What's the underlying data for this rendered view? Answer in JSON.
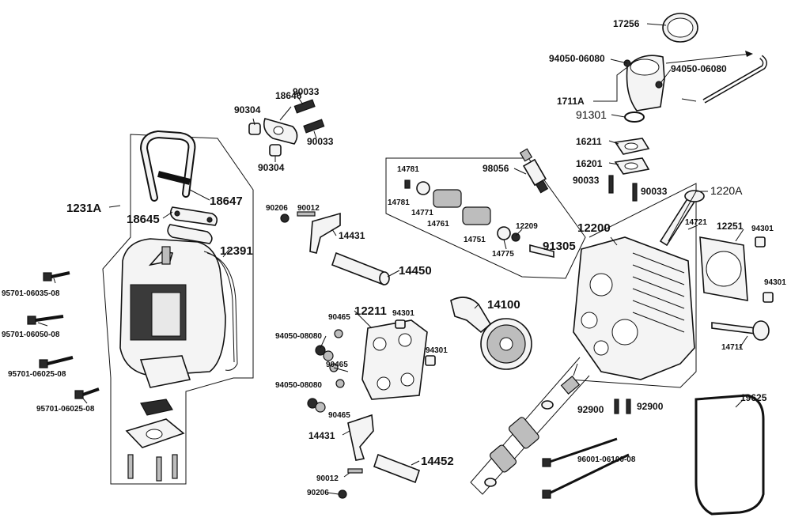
{
  "labels": {
    "p17256": "17256",
    "p94050_06080_a": "94050-06080",
    "p94050_06080_b": "94050-06080",
    "p1711A": "1711A",
    "p91301": "91301",
    "p16211": "16211",
    "p16201": "16201",
    "p98056": "98056",
    "p90033_r1": "90033",
    "p90033_r2": "90033",
    "p1220A": "1220A",
    "p14781_a": "14781",
    "p14781_b": "14781",
    "p14771": "14771",
    "p14761": "14761",
    "p14751": "14751",
    "p12209": "12209",
    "p14775": "14775",
    "p91305": "91305",
    "p12200": "12200",
    "p14721": "14721",
    "p12251": "12251",
    "p94301_r1": "94301",
    "p94301_r2": "94301",
    "p14711": "14711",
    "p19625": "19625",
    "p92900_a": "92900",
    "p92900_b": "92900",
    "p96001": "96001-06100-08",
    "p18646": "18646",
    "p90033_t1": "90033",
    "p90304_a": "90304",
    "p90033_t2": "90033",
    "p90304_b": "90304",
    "p1231A": "1231A",
    "p18647": "18647",
    "p18645": "18645",
    "p12391": "12391",
    "p95701_a": "95701-06035-08",
    "p95701_b": "95701-06050-08",
    "p95701_c": "95701-06025-08",
    "p95701_d": "95701-06025-08",
    "p90206_a": "90206",
    "p90012_a": "90012",
    "p14431_a": "14431",
    "p14450": "14450",
    "p90465_a": "90465",
    "p12211": "12211",
    "p94301_c": "94301",
    "p94301_d": "94301",
    "p14100": "14100",
    "p94050_08080_a": "94050-08080",
    "p90465_b": "90465",
    "p94050_08080_b": "94050-08080",
    "p90465_c": "90465",
    "p14431_b": "14431",
    "p14452": "14452",
    "p90012_b": "90012",
    "p90206_b": "90206"
  }
}
